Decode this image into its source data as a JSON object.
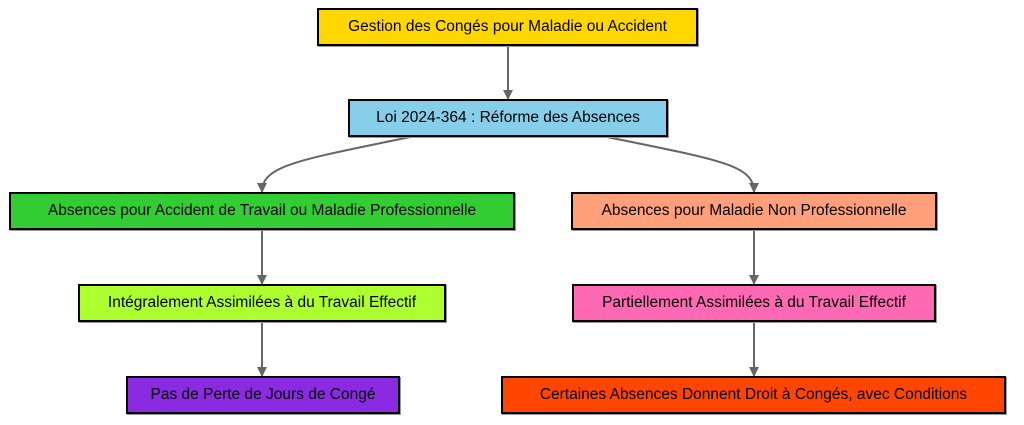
{
  "nodes": {
    "root": {
      "label": "Gestion des Congés pour Maladie ou Accident",
      "color": "#FFD700"
    },
    "law": {
      "label": "Loi 2024-364 : Réforme des Absences",
      "color": "#87CEEB"
    },
    "professional": {
      "label": "Absences pour Accident de Travail ou Maladie Professionnelle",
      "color": "#32CD32"
    },
    "non_professional": {
      "label": "Absences pour Maladie Non Professionnelle",
      "color": "#FFA07A"
    },
    "fully_assimilated": {
      "label": "Intégralement Assimilées à du Travail Effectif",
      "color": "#ADFF2F"
    },
    "partially_assimilated": {
      "label": "Partiellement Assimilées à du Travail Effectif",
      "color": "#FF69B4"
    },
    "no_loss": {
      "label": "Pas de Perte de Jours de Congé",
      "color": "#8A2BE2"
    },
    "conditional": {
      "label": "Certaines Absences Donnent Droit à Congés, avec Conditions",
      "color": "#FF4500"
    }
  },
  "edges": [
    [
      "root",
      "law"
    ],
    [
      "law",
      "professional"
    ],
    [
      "law",
      "non_professional"
    ],
    [
      "professional",
      "fully_assimilated"
    ],
    [
      "non_professional",
      "partially_assimilated"
    ],
    [
      "fully_assimilated",
      "no_loss"
    ],
    [
      "partially_assimilated",
      "conditional"
    ]
  ],
  "edge_color": "#666666"
}
